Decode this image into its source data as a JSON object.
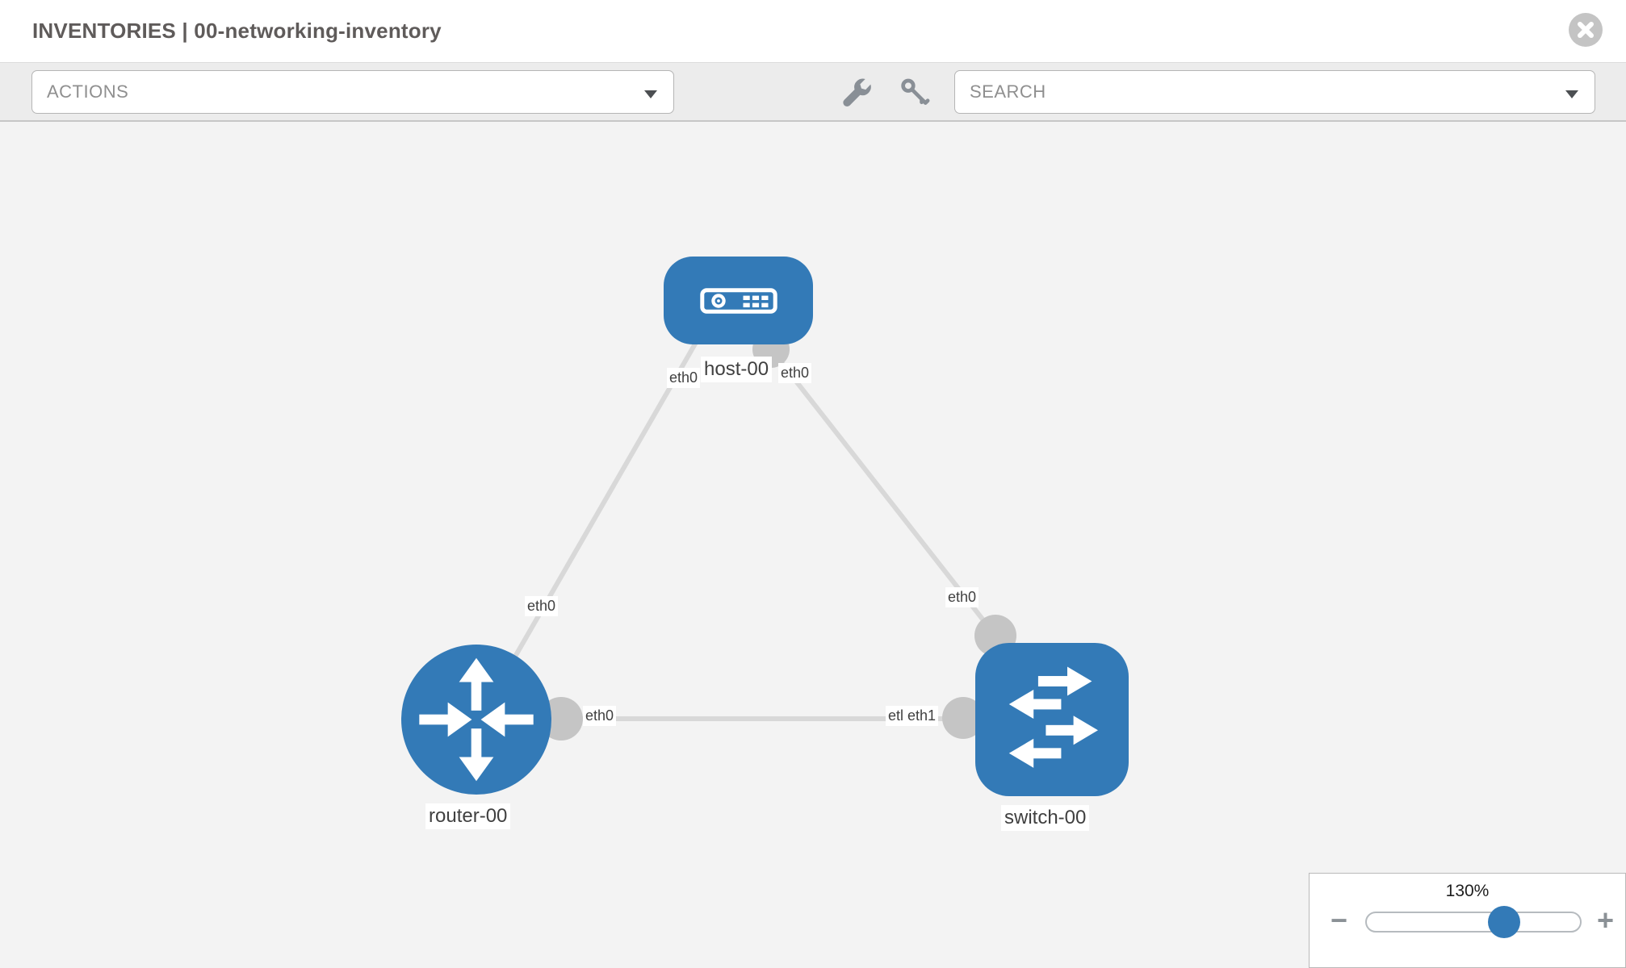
{
  "header": {
    "title": "INVENTORIES | 00-networking-inventory"
  },
  "toolbar": {
    "actions": {
      "placeholder": "ACTIONS"
    },
    "search": {
      "placeholder": "SEARCH"
    },
    "tools": [
      {
        "icon": "wrench-icon"
      },
      {
        "icon": "key-icon"
      }
    ]
  },
  "topology": {
    "nodes": [
      {
        "id": "host-00",
        "type": "host",
        "label": "host-00",
        "icon": "host-icon"
      },
      {
        "id": "router-00",
        "type": "router",
        "label": "router-00",
        "icon": "router-icon"
      },
      {
        "id": "switch-00",
        "type": "switch",
        "label": "switch-00",
        "icon": "switch-icon"
      }
    ],
    "links": [
      {
        "source": "host-00",
        "target": "router-00",
        "source_interface": "eth0",
        "target_interface": "eth0"
      },
      {
        "source": "host-00",
        "target": "switch-00",
        "source_interface": "eth0",
        "target_interface": "eth0"
      },
      {
        "source": "router-00",
        "target": "switch-00",
        "source_interface": "eth0",
        "target_interface": "eth1",
        "target_overlap_fragment": "etl"
      }
    ]
  },
  "zoom_control": {
    "value_label": "130%",
    "percent": 130,
    "minus_label": "−",
    "plus_label": "+"
  },
  "colors": {
    "node_blue": "#337ab7",
    "link_gray": "#d8d8d8",
    "port_gray": "#c5c5c5",
    "canvas_bg": "#f3f3f3",
    "toolbar_bg": "#ececec"
  }
}
